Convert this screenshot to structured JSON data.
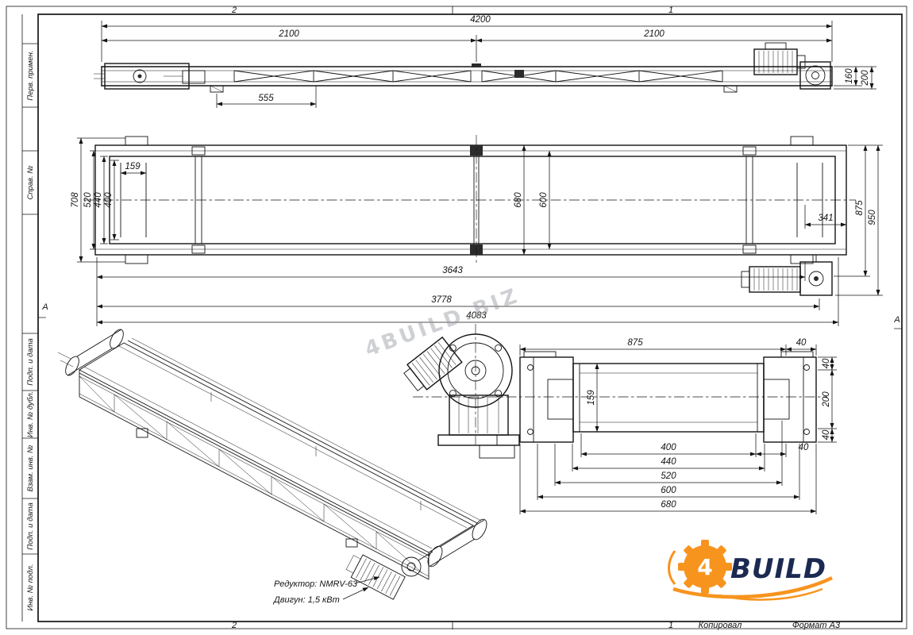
{
  "sheet": {
    "zone_top_left": "2",
    "zone_top_right": "1",
    "zone_bottom_left": "2",
    "zone_bottom_right": "1",
    "kopiroval": "Копировал",
    "format": "Формат А3",
    "fold_marker_left": "А",
    "fold_marker_right": "А",
    "stamp_labels": [
      "Перв. примен.",
      "Справ. №",
      "Подп. и дата",
      "Инв. № дубл.",
      "Взам. инв. №",
      "Подп. и дата",
      "Инв. № подл."
    ]
  },
  "views": {
    "side": {
      "dims": {
        "overall": "4200",
        "left_half": "2100",
        "right_half": "2100",
        "support_offset": "555",
        "height_160": "160",
        "height_200": "200"
      }
    },
    "plan": {
      "dims": {
        "drum_width": "159",
        "w400": "400",
        "w440": "440",
        "w520": "520",
        "w708": "708",
        "w680": "680",
        "w600": "600",
        "end_341": "341",
        "r875": "875",
        "r950": "950",
        "l3643": "3643",
        "l3778": "3778",
        "l4083": "4083"
      }
    },
    "detail": {
      "dims": {
        "top875": "875",
        "top40": "40",
        "right40_top": "40",
        "right200": "200",
        "right40_bottom": "40",
        "drum159": "159",
        "b400": "400",
        "b40": "40",
        "b440": "440",
        "b520": "520",
        "b600": "600",
        "b680": "680"
      }
    },
    "iso": {
      "note_reducer": "Редуктор: NMRV-63",
      "note_motor": "Двигун: 1,5 кВт"
    }
  },
  "watermark": "4BUILD.BIZ",
  "logo": {
    "four": "4",
    "build": "BUILD"
  }
}
